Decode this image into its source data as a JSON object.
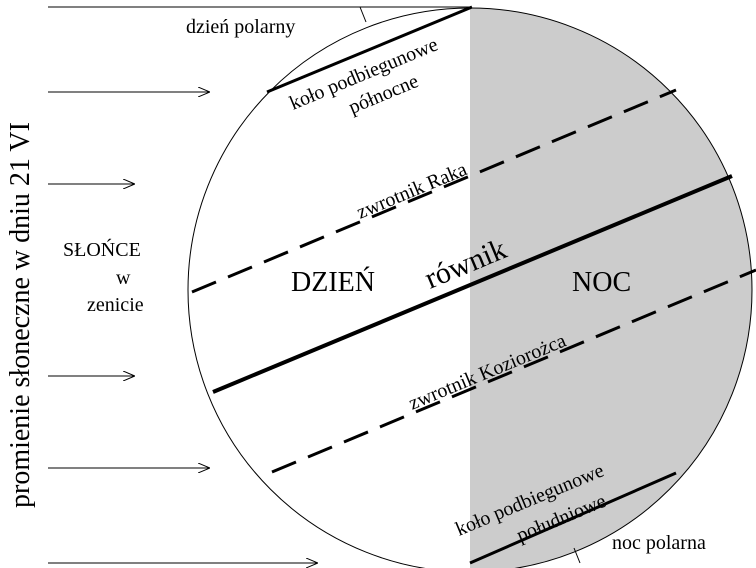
{
  "diagram": {
    "vertical_title": "promienie słoneczne w dniu 21 VI",
    "sun_label": [
      "SŁOŃCE",
      "w",
      "zenicie"
    ],
    "day_label": "DZIEŃ",
    "night_label": "NOC",
    "equator_label": "równik",
    "tropic_cancer_label": "zwrotnik Raka",
    "tropic_capricorn_label": "zwrotnik Koziorożca",
    "arctic_circle_label": [
      "koło podbiegunowe",
      "północne"
    ],
    "antarctic_circle_label": [
      "koło podbiegunowe",
      "południowe"
    ],
    "polar_day_label": "dzień polarny",
    "polar_night_label": "noc polarna",
    "colors": {
      "night_side": "#cccccc",
      "lines": "#000000"
    }
  }
}
